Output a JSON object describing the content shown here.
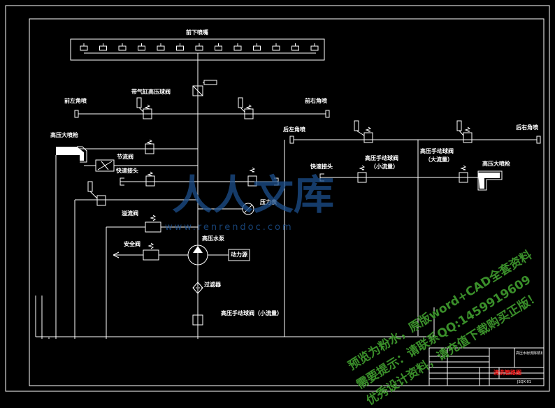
{
  "labels": {
    "front_lower": "前下喷嘴",
    "front_left": "前左角喷",
    "cyl_valve": "带气缸高压球阀",
    "front_right": "前右角喷",
    "hp_gun_left": "高压大喷枪",
    "throttle": "节流阀",
    "quick_joint_left": "快速接头",
    "rear_left": "后左角喷",
    "rear_right": "后右角喷",
    "quick_joint_mid": "快速接头",
    "hp_manual_small": "高压手动球阀",
    "small_flow": "（小流量）",
    "hp_manual_large": "高压手动球阀",
    "large_flow": "（大流量）",
    "hp_gun_right": "高压大喷枪",
    "gauge": "压力表",
    "relief": "溢流阀",
    "hp_pump": "高压水泵",
    "safety": "安全阀",
    "power": "动力源",
    "filter": "过滤器",
    "hp_manual_bottom": "高压手动球阀（小流量）"
  },
  "watermarks": {
    "site_brand": "人人文库",
    "site_url": "www.renrendoc.com",
    "notice_line1": "预览为粉水，原版word+CAD全套资料",
    "notice_line2": "需要提示：请联系QQ:1459919609",
    "notice_line3": "优秀设计资料，请充值下载购买正版！"
  },
  "title_block": {
    "drawing_title": "高压水射流除锈系统原理图",
    "highlight": "清洗管路图",
    "code": "JSQX-01"
  },
  "colors": {
    "background": "#000000",
    "line": "#ffffff",
    "watermark_blue": "#1c4f8c",
    "watermark_green": "#3a8f2a",
    "highlight_red": "#ff2020"
  }
}
